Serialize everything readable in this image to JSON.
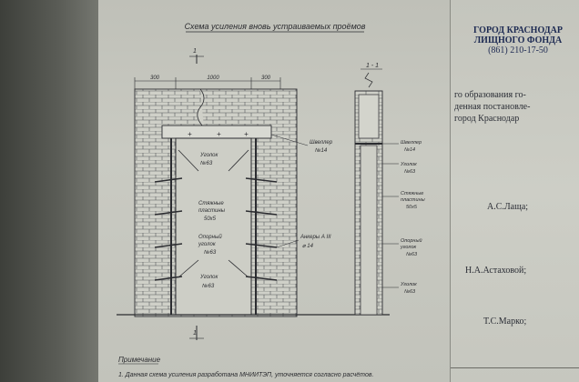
{
  "drawing": {
    "title": "Схема усиления вновь устраиваемых проёмов",
    "section_label": "1 - 1",
    "cut_mark": "1",
    "dims": {
      "left": "300",
      "mid": "1000",
      "right": "300"
    },
    "labels": {
      "channel": "Швеллер",
      "channel_num": "№14",
      "angle_top": "Уголок",
      "angle_top_num": "№63",
      "straps": "Стяжные",
      "straps2": "пластины",
      "straps_size": "50x5",
      "support_angle": "Опорный",
      "support_angle2": "уголок",
      "support_angle_num": "№63",
      "anchors": "Анкеры А III",
      "anchors_dia": "⌀ 14",
      "angle_bottom": "Уголок",
      "angle_bottom_num": "№63"
    },
    "section_labels": {
      "channel": "Швеллер",
      "channel_num": "№14",
      "angle": "Уголок",
      "angle_num": "№63",
      "straps": "Стяжные",
      "straps2": "пластины",
      "straps_size": "50x5",
      "support": "Опорный",
      "support2": "уголок",
      "support_num": "№63",
      "angle_b": "Уголок",
      "angle_b_num": "№63"
    },
    "note_title": "Примечание",
    "note_line": "1. Данная схема усиления разработана МНИИТЭП, уточняется согласно расчётов."
  },
  "right_page": {
    "header1": "ГОРОД КРАСНОДАР",
    "header2": "ЛИЩНОГО ФОНДА",
    "phone": "(861) 210-17-50",
    "text1": "го образования го-",
    "text2": "денная постановле-",
    "text3": "город   Краснодар",
    "name1": "А.С.Лаща;",
    "name2": "Н.А.Астаховой;",
    "name3": "Т.С.Марко;"
  },
  "colors": {
    "paper": "#c6c7bf",
    "ink": "#2b2c30",
    "header_ink": "#1d2a52"
  }
}
